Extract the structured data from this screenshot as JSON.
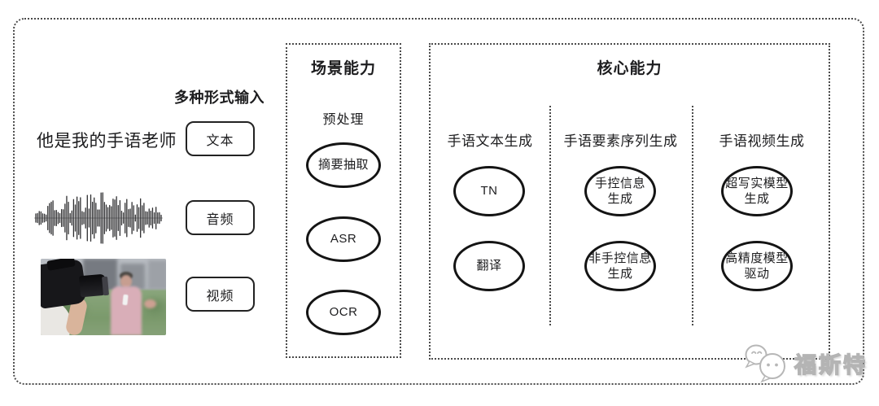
{
  "input_section": {
    "title": "多种形式输入",
    "text_example": "他是我的手语老师",
    "audio_icon": "waveform-icon",
    "video_thumbnail": "camera-interview-photo",
    "items": [
      {
        "label": "文本"
      },
      {
        "label": "音频"
      },
      {
        "label": "视频"
      }
    ]
  },
  "scene_box": {
    "title": "场景能力",
    "subtitle": "预处理",
    "nodes": [
      "摘要抽取",
      "ASR",
      "OCR"
    ]
  },
  "core_box": {
    "title": "核心能力",
    "columns": [
      {
        "header": "手语文本生成",
        "node1": "TN",
        "node2": "翻译"
      },
      {
        "header": "手语要素序列生成",
        "node1": "手控信息\n生成",
        "node2": "非手控信息\n生成"
      },
      {
        "header": "手语视频生成",
        "node1": "超写实模型\n生成",
        "node2": "高精度模型\n驱动"
      }
    ]
  },
  "watermark": {
    "text": "福斯特",
    "icon": "chat-bubbles-icon",
    "color": "#b4b4b4"
  },
  "colors": {
    "ink": "#1d1d1f",
    "dotted_border": "#4a4a4a",
    "node_stroke": "#141414"
  }
}
